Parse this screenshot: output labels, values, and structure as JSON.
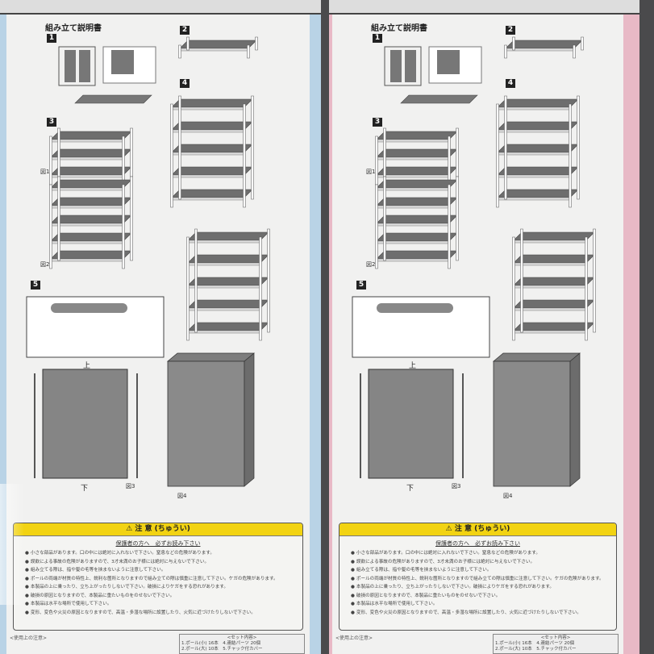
{
  "panels": [
    {
      "id": "left",
      "accent": "#b9d3e6"
    },
    {
      "id": "right",
      "accent": "#e8b9c6"
    }
  ],
  "manual": {
    "title": "組み立て説明書",
    "steps": [
      "1",
      "2",
      "3",
      "4",
      "5"
    ],
    "figures": [
      "図1",
      "図2",
      "図3",
      "図4"
    ],
    "top_label": "上",
    "bottom_label": "下",
    "caution": {
      "heading": "⚠ 注 意 (ちゅうい)",
      "subheading": "保護者の方へ　必ずお読み下さい",
      "items": [
        "小さな部品があります。口の中には絶対に入れないで下さい。窒息などの危険があります。",
        "誤飲による事故の危険がありますので、3才未満のお子様には絶対に与えないで下さい。",
        "組み立てる際は、指や髪の毛等を挟まないように注意して下さい。",
        "ポールの両端が材質の特性上、鋭利な箇所となりますので組み立ての際は慎重に注意して下さい。ケガの危険があります。",
        "本製品の上に乗ったり、立ち上がったりしないで下さい。破損によりケガをする恐れがあります。",
        "破損の原因となりますので、本製品に重たいものをのせないで下さい。",
        "本製品は水平な場所で使用して下さい。",
        "変形、変色や火災の原因となりますので、高温・多湿な場所に設置したり、火気に近づけたりしないで下さい。"
      ]
    },
    "usage_notes": "<使用上の注意>",
    "set_contents": {
      "heading": "<セット内容>",
      "lines": [
        "1.ポール(小) 16本　4.連結パーツ 20個",
        "2.ポール(大) 10本　5.チャック付カバー"
      ]
    }
  },
  "colors": {
    "caution_bar": "#f2d312",
    "shelf": "#6e6e6e"
  }
}
